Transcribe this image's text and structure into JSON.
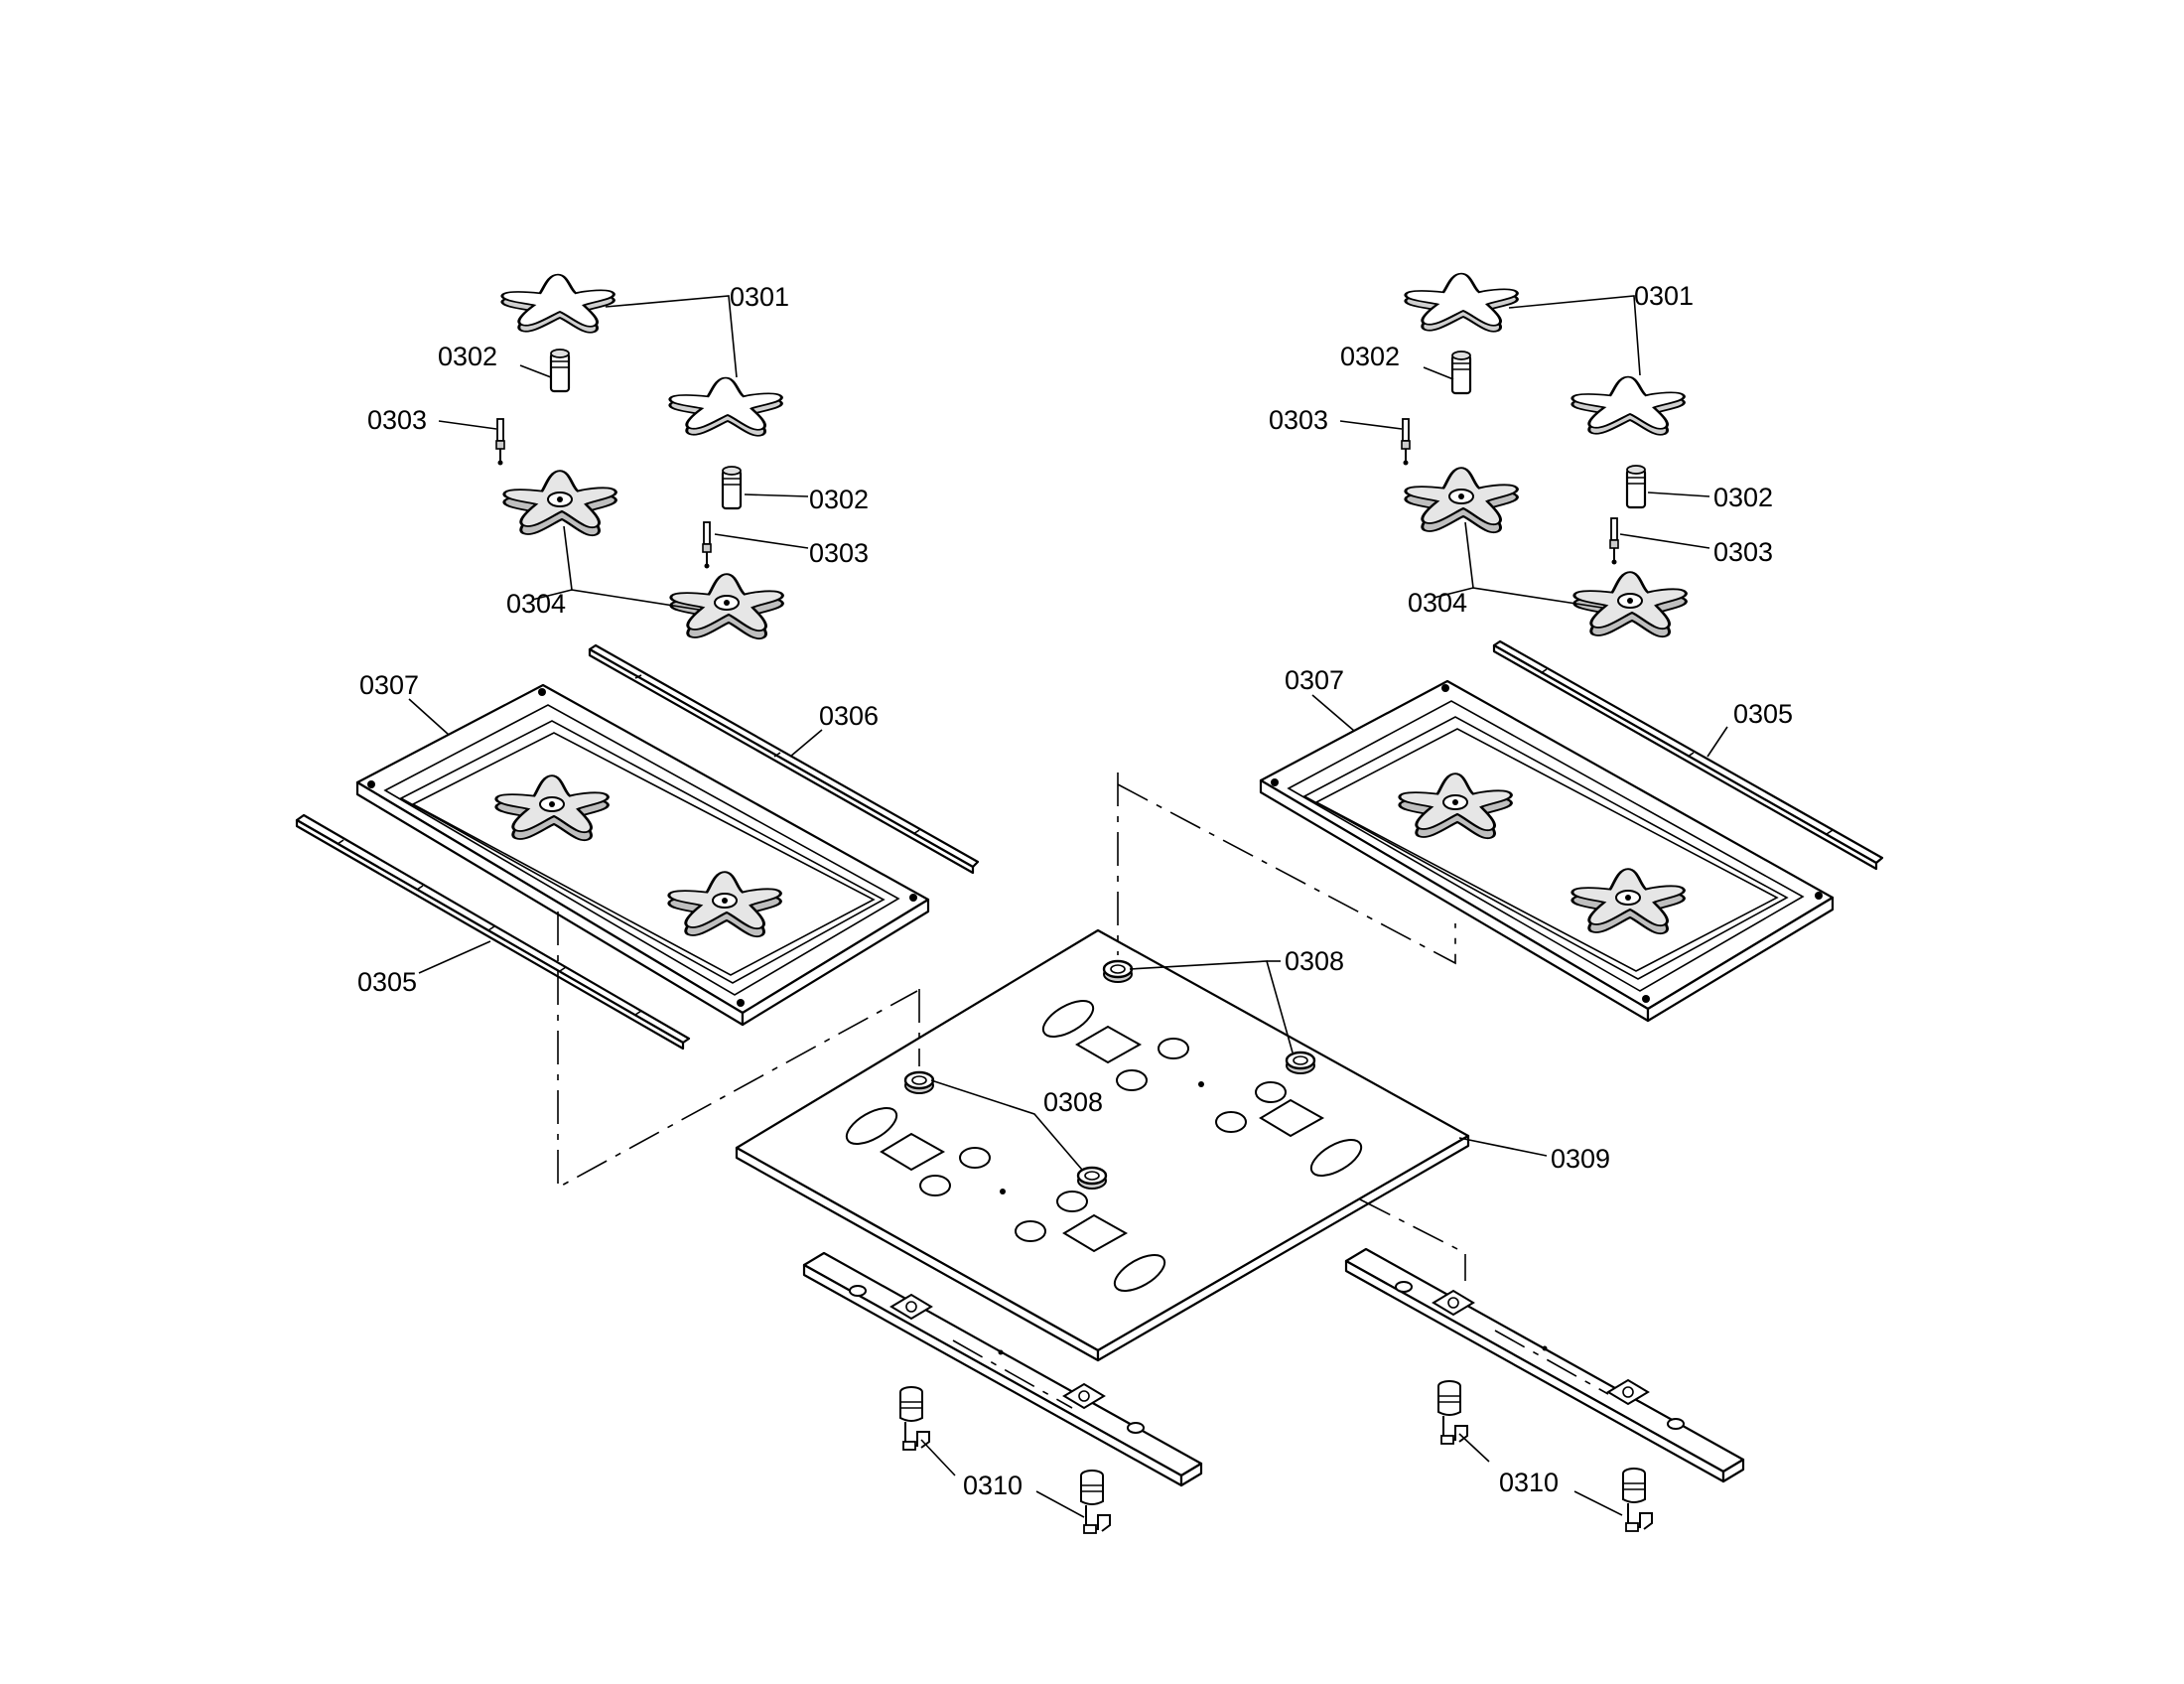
{
  "labels": {
    "c0301_left": "0301",
    "c0302_left_a": "0302",
    "c0303_left_a": "0303",
    "c0302_left_b": "0302",
    "c0303_left_b": "0303",
    "c0304_left": "0304",
    "c0307_left": "0307",
    "c0306_left": "0306",
    "c0305_left": "0305",
    "c0301_right": "0301",
    "c0302_right_a": "0302",
    "c0303_right_a": "0303",
    "c0302_right_b": "0302",
    "c0303_right_b": "0303",
    "c0304_right": "0304",
    "c0307_right": "0307",
    "c0305_right": "0305",
    "c0308_top": "0308",
    "c0308_mid": "0308",
    "c0309": "0309",
    "c0310_left": "0310",
    "c0310_right": "0310"
  }
}
